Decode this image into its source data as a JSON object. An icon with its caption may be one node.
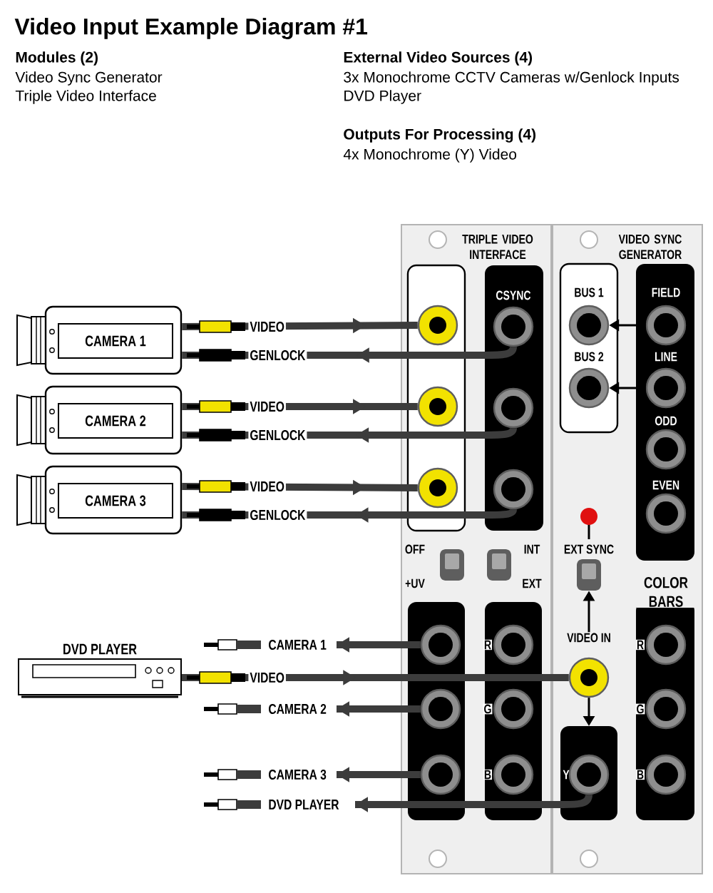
{
  "diagram": {
    "title": "Video Input Example Diagram #1",
    "nodes": [
      {
        "text": [
          "CAMERA 1"
        ]
      },
      {
        "text": [
          "CAMERA 2"
        ]
      },
      {
        "text": [
          "CAMERA 3"
        ]
      },
      {
        "text": [
          "DVD PLAYER"
        ]
      },
      {
        "text": [
          "TRIPLE VIDEO INTERFACE"
        ]
      },
      {
        "text": [
          "VIDEO SYNC GENERATOR"
        ]
      },
      {
        "text": [],
        "shape": "circle",
        "in": 4
      },
      {
        "text": [],
        "shape": "circle",
        "in": 4
      },
      {
        "text": [],
        "shape": "circle",
        "in": 4
      },
      {
        "text": [],
        "shape": "circle",
        "in": 4,
        "beside": [
          "CSYNC"
        ]
      },
      {
        "text": [],
        "shape": "circle",
        "in": 4
      },
      {
        "text": [],
        "shape": "circle",
        "in": 4
      },
      {
        "text": [],
        "shape": "circle",
        "in": 4
      },
      {
        "text": [],
        "shape": "circle",
        "in": 4
      },
      {
        "text": [],
        "shape": "circle",
        "in": 4
      },
      {
        "text": [
          "BUS 1"
        ],
        "in": 5
      },
      {
        "text": [
          "BUS 2"
        ],
        "in": 5
      },
      {
        "text": [
          "FIELD"
        ],
        "in": 5
      },
      {
        "text": [
          "LINE"
        ],
        "in": 5
      },
      {
        "text": [
          "VIDEO IN"
        ],
        "in": 5
      },
      {
        "text": [
          "EXT SYNC"
        ],
        "in": 5
      },
      {
        "text": [
          "Y"
        ],
        "in": 5
      },
      {
        "text": [
          "OFF",
          "+UV"
        ],
        "in": 4
      },
      {
        "text": [
          "INT",
          "EXT"
        ],
        "in": 4
      },
      {
        "text": [
          "R"
        ],
        "in": 4
      },
      {
        "text": [
          "G"
        ],
        "in": 4
      },
      {
        "text": [
          "B"
        ],
        "in": 4
      },
      {
        "text": [
          "ODD"
        ],
        "in": 5
      },
      {
        "text": [
          "EVEN"
        ],
        "in": 5
      },
      {
        "text": [
          "R"
        ],
        "in": 5
      },
      {
        "text": [
          "G"
        ],
        "in": 5
      },
      {
        "text": [
          "B"
        ],
        "in": 5
      }
    ],
    "edges": [
      {
        "from": 0,
        "to": 6,
        "arrow": "to",
        "label": "VIDEO"
      },
      {
        "from": 9,
        "to": 0,
        "arrow": "to",
        "label": "GENLOCK"
      },
      {
        "from": 1,
        "to": 7,
        "arrow": "to",
        "label": "VIDEO"
      },
      {
        "from": 10,
        "to": 1,
        "arrow": "to",
        "label": "GENLOCK"
      },
      {
        "from": 2,
        "to": 8,
        "arrow": "to",
        "label": "VIDEO"
      },
      {
        "from": 11,
        "to": 2,
        "arrow": "to",
        "label": "GENLOCK"
      },
      {
        "from": 12,
        "to": null,
        "arrow": "to",
        "label": "CAMERA 1"
      },
      {
        "from": 3,
        "to": 19,
        "arrow": "to",
        "label": "VIDEO"
      },
      {
        "from": 13,
        "to": null,
        "arrow": "to",
        "label": "CAMERA 2"
      },
      {
        "from": 14,
        "to": null,
        "arrow": "to",
        "label": "CAMERA 3"
      },
      {
        "from": 21,
        "to": null,
        "arrow": "to",
        "label": "DVD PLAYER"
      },
      {
        "from": 17,
        "to": 15,
        "arrow": "to"
      },
      {
        "from": 18,
        "to": 16,
        "arrow": "to"
      },
      {
        "from": 19,
        "to": 20,
        "arrow": "to"
      },
      {
        "from": 19,
        "to": 21,
        "arrow": "to"
      }
    ],
    "labels": [
      "Modules (2)",
      "Video Sync Generator",
      "Triple Video Interface",
      "External Video Sources (4)",
      "3x Monochrome CCTV Cameras w/Genlock Inputs",
      "DVD Player",
      "Outputs For Processing (4)",
      "4x Monochrome (Y) Video",
      "COLOR BARS"
    ]
  }
}
